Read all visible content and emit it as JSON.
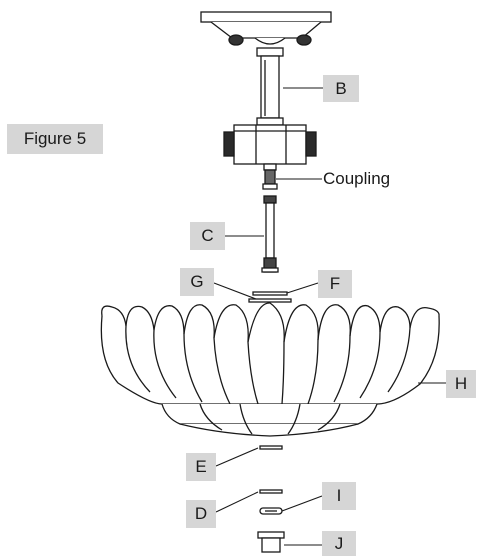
{
  "figure_label": "Figure 5",
  "callouts": {
    "B": "B",
    "coupling": "Coupling",
    "C": "C",
    "G": "G",
    "F": "F",
    "H": "H",
    "E": "E",
    "D": "D",
    "I": "I",
    "J": "J"
  },
  "colors": {
    "line": "#1a1a1a",
    "label_box": "#d6d6d6",
    "background": "#ffffff"
  }
}
